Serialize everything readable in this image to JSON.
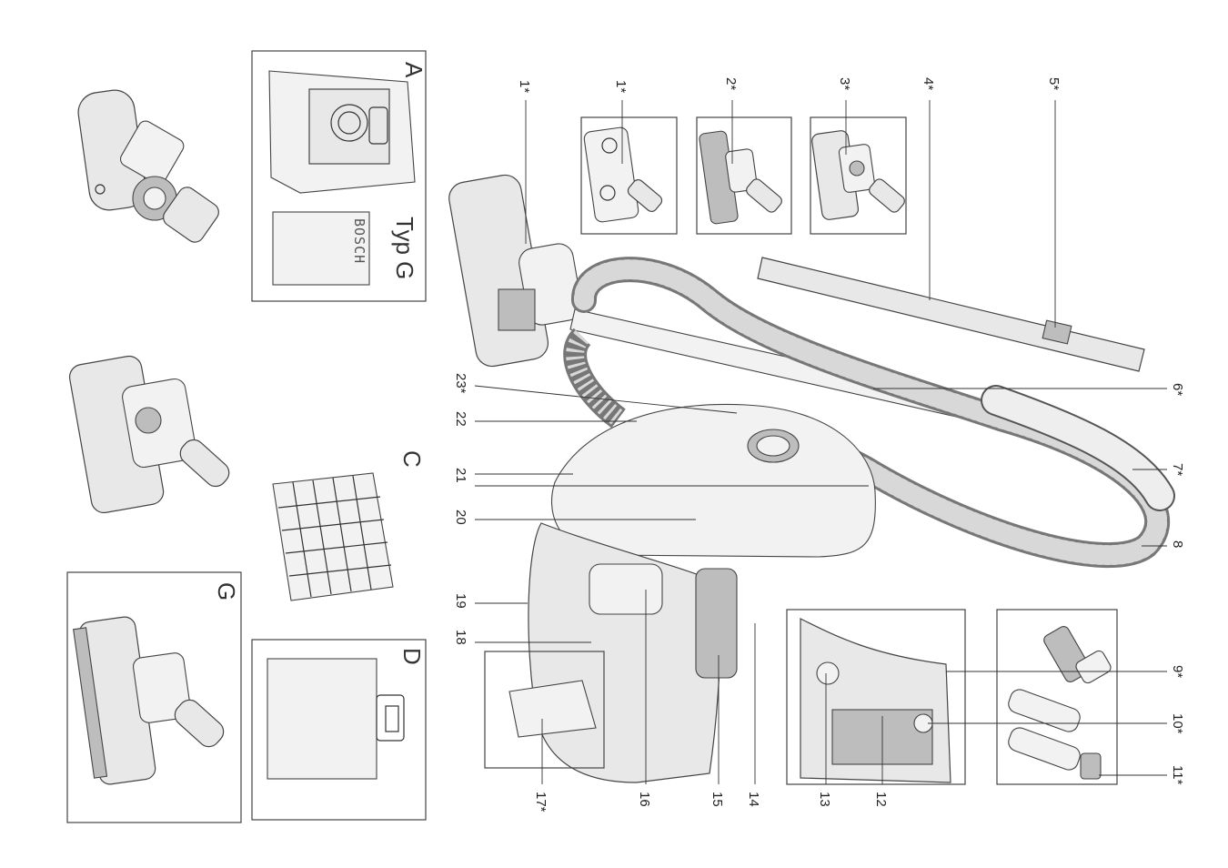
{
  "accessory_panels": {
    "A": {
      "letter": "A",
      "bag_type": "Typ G",
      "brand": "BOSCH"
    },
    "C": {
      "letter": "C"
    },
    "D": {
      "letter": "D"
    },
    "G": {
      "letter": "G"
    }
  },
  "callouts": [
    {
      "id": "c1a",
      "text": "1*"
    },
    {
      "id": "c1b",
      "text": "1*"
    },
    {
      "id": "c2",
      "text": "2*"
    },
    {
      "id": "c3",
      "text": "3*"
    },
    {
      "id": "c4",
      "text": "4*"
    },
    {
      "id": "c5",
      "text": "5*"
    },
    {
      "id": "c6",
      "text": "6*"
    },
    {
      "id": "c7",
      "text": "7*"
    },
    {
      "id": "c8",
      "text": "8"
    },
    {
      "id": "c9",
      "text": "9*"
    },
    {
      "id": "c10",
      "text": "10*"
    },
    {
      "id": "c11",
      "text": "11*"
    },
    {
      "id": "c12",
      "text": "12"
    },
    {
      "id": "c13",
      "text": "13"
    },
    {
      "id": "c14",
      "text": "14"
    },
    {
      "id": "c15",
      "text": "15"
    },
    {
      "id": "c16",
      "text": "16"
    },
    {
      "id": "c17",
      "text": "17*"
    },
    {
      "id": "c18",
      "text": "18"
    },
    {
      "id": "c19",
      "text": "19"
    },
    {
      "id": "c20",
      "text": "20"
    },
    {
      "id": "c21",
      "text": "21"
    },
    {
      "id": "c22",
      "text": "22"
    },
    {
      "id": "c23",
      "text": "23*"
    }
  ]
}
